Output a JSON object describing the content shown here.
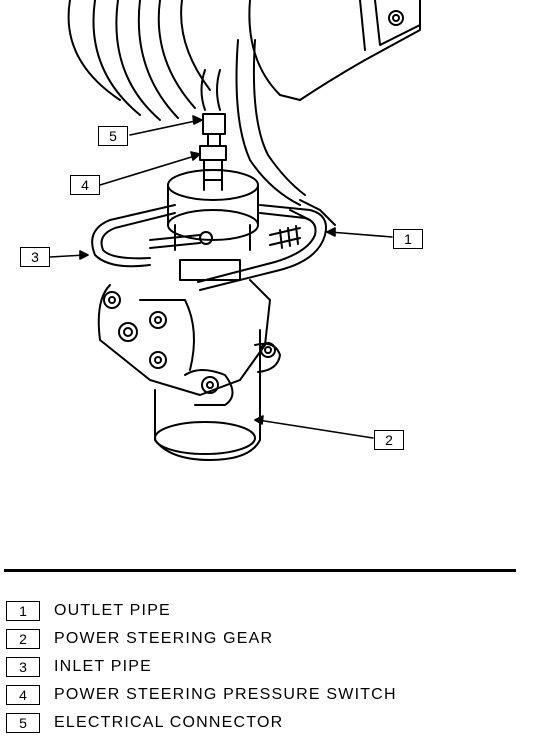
{
  "callouts": {
    "c1": "1",
    "c2": "2",
    "c3": "3",
    "c4": "4",
    "c5": "5"
  },
  "legend": [
    {
      "num": "1",
      "label": "OUTLET PIPE"
    },
    {
      "num": "2",
      "label": "POWER STEERING GEAR"
    },
    {
      "num": "3",
      "label": "INLET PIPE"
    },
    {
      "num": "4",
      "label": "POWER STEERING PRESSURE SWITCH"
    },
    {
      "num": "5",
      "label": "ELECTRICAL CONNECTOR"
    }
  ]
}
